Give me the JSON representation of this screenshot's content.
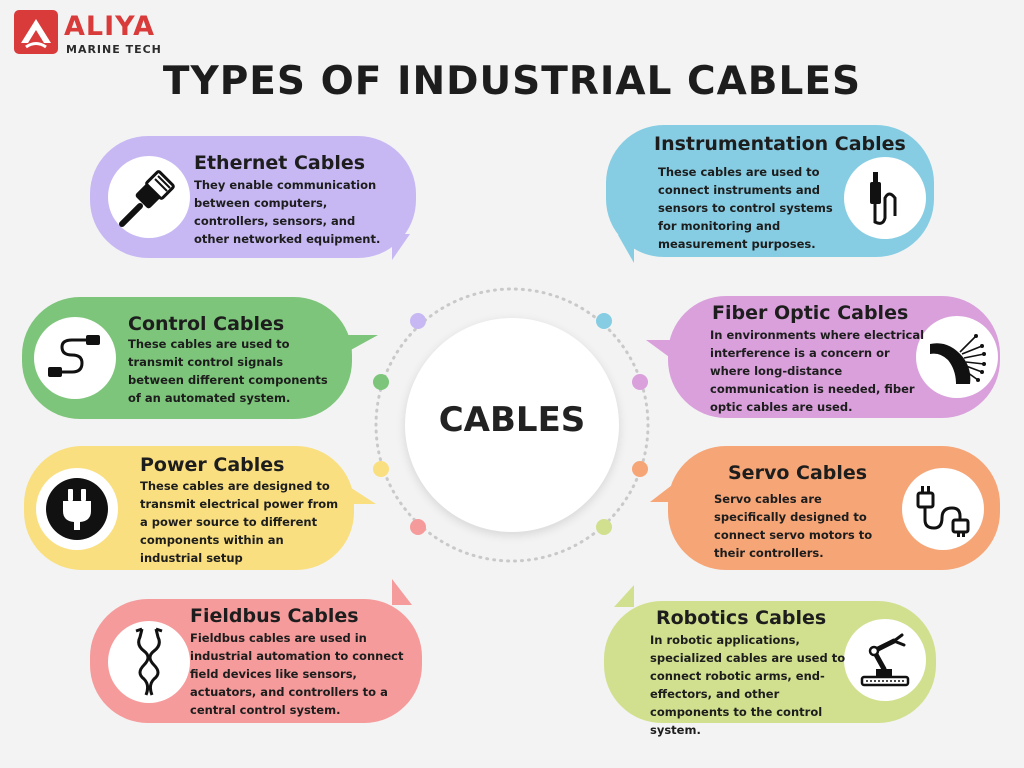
{
  "logo": {
    "name": "ALIYA",
    "tagline": "MARINE TECH"
  },
  "title": "TYPES OF INDUSTRIAL CABLES",
  "center_label": "CABLES",
  "colors": {
    "purple": "#c7b8f4",
    "blue": "#86cde3",
    "green": "#7dc57a",
    "violet": "#d9a0dc",
    "yellow": "#f9df80",
    "orange": "#f6a577",
    "pink": "#f59b9b",
    "lime": "#d1e08f",
    "brand_red": "#d93a3a"
  },
  "cards": {
    "ethernet": {
      "title": "Ethernet Cables",
      "text": "They enable communication between computers, controllers, sensors, and other networked equipment.",
      "icon": "ethernet-plug-icon"
    },
    "instrumentation": {
      "title": "Instrumentation Cables",
      "text": "These cables are used to connect instruments and sensors to control systems for monitoring and measurement purposes.",
      "icon": "audio-jack-icon"
    },
    "control": {
      "title": "Control Cables",
      "text": "These cables are used to transmit control signals between different components of an automated system.",
      "icon": "usb-cable-icon"
    },
    "fiber": {
      "title": "Fiber Optic Cables",
      "text": "In environments where electrical interference is a concern or where long-distance communication is needed, fiber optic cables are used.",
      "icon": "fiber-optic-icon"
    },
    "power": {
      "title": "Power Cables",
      "text": "These cables are designed to transmit electrical power from a power source to different components within an industrial setup",
      "icon": "power-plug-icon"
    },
    "servo": {
      "title": "Servo Cables",
      "text": "Servo cables are specifically designed to connect servo motors to their controllers.",
      "icon": "servo-cable-icon"
    },
    "fieldbus": {
      "title": "Fieldbus Cables",
      "text": "Fieldbus cables are used in industrial automation to connect field devices like sensors, actuators, and controllers to a central control system.",
      "icon": "twisted-cable-icon"
    },
    "robotics": {
      "title": "Robotics Cables",
      "text": "In robotic applications, specialized cables are used to connect robotic arms, end-effectors, and other components to the control system.",
      "icon": "robot-arm-icon"
    }
  }
}
